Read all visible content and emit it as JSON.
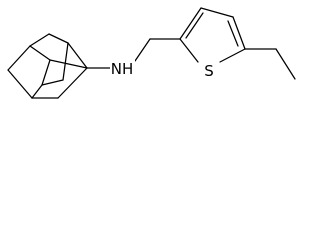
{
  "molecule": {
    "atom_labels": {
      "amine": "NH",
      "sulfur": "S"
    },
    "fragments": [
      "adamantyl",
      "methylene",
      "thiophene",
      "ethyl"
    ]
  }
}
